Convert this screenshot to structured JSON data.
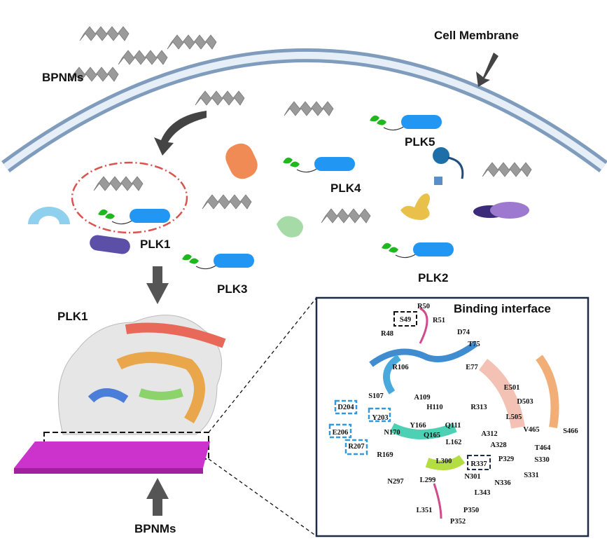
{
  "labels": {
    "cell_membrane": "Cell Membrane",
    "bpnms_top": "BPNMs",
    "bpnms_bottom": "BPNMs",
    "plk1": "PLK1",
    "plk1_structure": "PLK1",
    "plk2": "PLK2",
    "plk3": "PLK3",
    "plk4": "PLK4",
    "plk5": "PLK5"
  },
  "inset": {
    "title": "Binding interface",
    "residues": [
      "R50",
      "S49",
      "R51",
      "R48",
      "D74",
      "T75",
      "R106",
      "E77",
      "S107",
      "A109",
      "H110",
      "R313",
      "E501",
      "D503",
      "D204",
      "Y203",
      "L505",
      "Y166",
      "Q111",
      "N170",
      "E206",
      "Q165",
      "V465",
      "S466",
      "A312",
      "L162",
      "A328",
      "T464",
      "R207",
      "R169",
      "L300",
      "P329",
      "S330",
      "R337",
      "S331",
      "N297",
      "L299",
      "N301",
      "N336",
      "L343",
      "L351",
      "P350",
      "P352"
    ],
    "highlighted_black": [
      "S49",
      "R337"
    ],
    "highlighted_blue": [
      "D204",
      "Y203",
      "E206",
      "R207"
    ]
  },
  "colors": {
    "membrane": "#c9d8e8",
    "highlight_ring": "#d9534f",
    "plk_body": "#2196f3",
    "plk_head": "#1fb81f",
    "substrate_surface": "#cc33cc",
    "inset_border": "#1f2a44",
    "blue_box": "#3399dd",
    "residue": "#cc2a7a"
  }
}
